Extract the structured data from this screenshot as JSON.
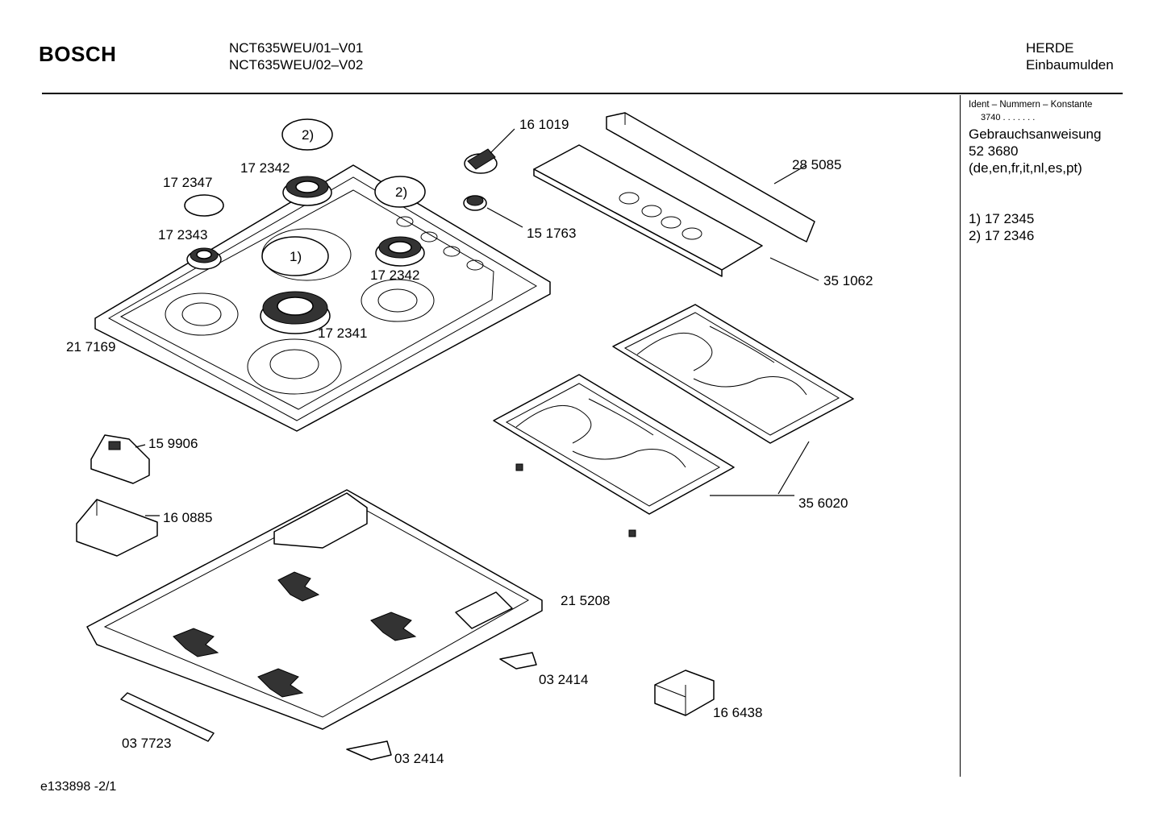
{
  "header": {
    "brand": "BOSCH",
    "model_line_1": "NCT635WEU/01–V01",
    "model_line_2": "NCT635WEU/02–V02",
    "category_1": "HERDE",
    "category_2": "Einbaumulden"
  },
  "sidebar": {
    "heading": "Ident – Nummern – Konstante",
    "constant": "3740 . . . . . . .",
    "guide_title": "Gebrauchsanweisung",
    "guide_number": "52 3680",
    "guide_languages": "(de,en,fr,it,nl,es,pt)",
    "note_1": "1)  17 2345",
    "note_2": "2)  17 2346"
  },
  "footer": {
    "code": "e133898   -2/1"
  },
  "diagram": {
    "callouts": {
      "c2a": "2)",
      "c2b": "2)",
      "c1": "1)"
    },
    "labels": {
      "p161019": "16 1019",
      "p172342a": "17 2342",
      "p172347": "17 2347",
      "p285085": "28 5085",
      "p172343": "17 2343",
      "p151763": "15 1763",
      "p172342b": "17 2342",
      "p351062": "35 1062",
      "p172341": "17 2341",
      "p217169": "21 7169",
      "p159906": "15 9906",
      "p160885": "16 0885",
      "p356020": "35 6020",
      "p215208": "21 5208",
      "p032414a": "03 2414",
      "p166438": "16 6438",
      "p037723": "03 7723",
      "p032414b": "03 2414"
    }
  }
}
